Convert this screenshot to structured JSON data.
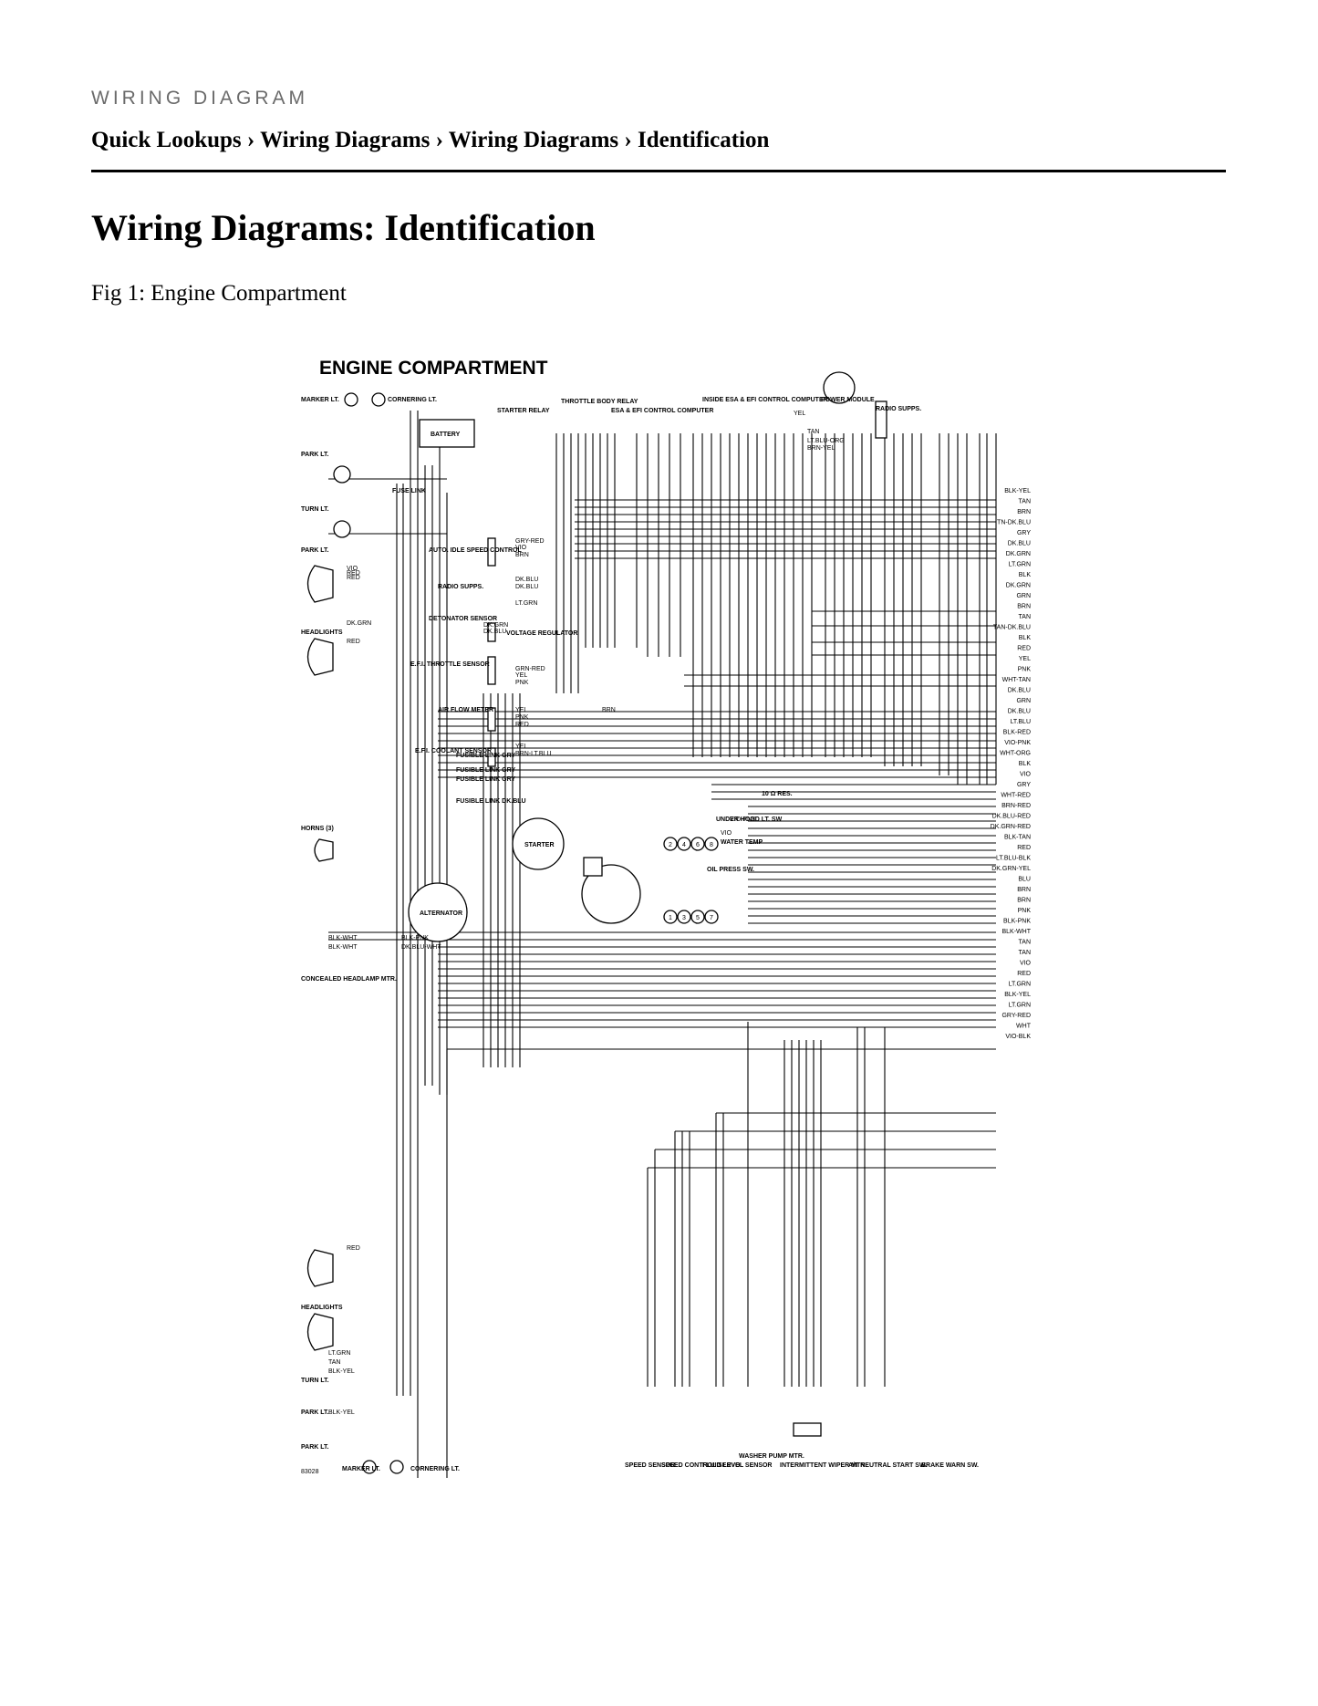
{
  "header": {
    "kicker": "WIRING DIAGRAM",
    "breadcrumb": [
      "Quick Lookups",
      "Wiring Diagrams",
      "Wiring Diagrams",
      "Identification"
    ],
    "separator": "›"
  },
  "page_title": "Wiring Diagrams: Identification",
  "figure_caption": "Fig 1: Engine Compartment",
  "diagram": {
    "title": "ENGINE COMPARTMENT",
    "figure_number": "83028",
    "top_components": [
      "MARKER LT.",
      "CORNERING LT.",
      "STARTER RELAY",
      "THROTTLE BODY RELAY",
      "ESA & EFI CONTROL COMPUTER",
      "INSIDE ESA & EFI CONTROL COMPUTER",
      "POWER MODULE",
      "RADIO SUPPS."
    ],
    "left_components": [
      "PARK LT.",
      "TURN LT.",
      "PARK LT.",
      "HEADLIGHTS",
      "HORNS (3)",
      "CONCEALED HEADLAMP MTR."
    ],
    "center_components": [
      "BATTERY",
      "FUSE LINK",
      "AUTO. IDLE SPEED CONTROL",
      "RADIO SUPPS.",
      "DETONATOR SENSOR",
      "VOLTAGE REGULATOR",
      "E.F.I. THROTTLE SENSOR",
      "AIR FLOW METER",
      "E.F.I. COOLANT SENSOR",
      "STARTER",
      "ALTERNATOR",
      "UNDER HOOD LT. SW",
      "WATER TEMP",
      "OIL PRESS SW.",
      "10 Ω RES."
    ],
    "fusible_links": [
      "FUSIBLE LINK GRY",
      "FUSIBLE LINK GRY",
      "FUSIBLE LINK GRY",
      "FUSIBLE LINK DK.BLU"
    ],
    "bottom_left_components": [
      "HEADLIGHTS",
      "TURN LT.",
      "PARK LT.",
      "PARK LT.",
      "MARKER LT.",
      "CORNERING LT."
    ],
    "bottom_components": [
      "SPEED SENSOR",
      "SPEED CONTROL SERVO",
      "FLUID LEVEL SENSOR",
      "WASHER PUMP MTR.",
      "INTERMITTENT WIPER MTR.",
      "A/T NEUTRAL START SW.",
      "BRAKE WARN SW."
    ],
    "right_wire_labels": [
      "BLK-YEL",
      "TAN",
      "BRN",
      "TN-DK.BLU",
      "GRY",
      "DK.BLU",
      "DK.GRN",
      "LT.GRN",
      "BLK",
      "DK.GRN",
      "GRN",
      "BRN",
      "TAN",
      "TAN-DK.BLU",
      "BLK",
      "RED",
      "YEL",
      "PNK",
      "WHT-TAN",
      "DK.BLU",
      "GRN",
      "DK.BLU",
      "LT.BLU",
      "BLK-RED",
      "VIO-PNK",
      "WHT-ORG",
      "BLK",
      "VIO",
      "GRY",
      "WHT-RED",
      "BRN-RED",
      "DK.BLU-RED",
      "DK.GRN-RED",
      "BLK-TAN",
      "RED",
      "LT.BLU-BLK",
      "DK.GRN-YEL",
      "BLU",
      "BRN",
      "BRN",
      "PNK",
      "BLK-PNK",
      "BLK-WHT",
      "TAN",
      "TAN",
      "VIO",
      "RED",
      "LT.GRN",
      "BLK-YEL",
      "LT.GRN",
      "GRY-RED",
      "WHT",
      "VIO-BLK"
    ],
    "misc_wire_labels": [
      "GRY-RED",
      "VIO",
      "BRN",
      "DK.BLU",
      "DK.BLU",
      "LT.GRN",
      "DK.GRN",
      "DK.BLU",
      "GRN-RED",
      "YEL",
      "PNK",
      "YEL",
      "PNK",
      "RED",
      "YEL",
      "BRN-LT.BLU",
      "BRN",
      "RED",
      "DK.GRN",
      "RED",
      "VIO",
      "RED",
      "RED",
      "BLK-WHT",
      "BLK-WHT",
      "BLK-PNK",
      "DK.BLU-WHT",
      "YEL",
      "TAN",
      "LT.BLU-ORG",
      "BRN-YEL",
      "VIO",
      "VIO-PNK",
      "BLK-YEL",
      "TAN",
      "LT.GRN",
      "BLK-YEL"
    ],
    "connector_numbers": [
      "2",
      "4",
      "6",
      "8",
      "1",
      "3",
      "5",
      "7"
    ]
  }
}
